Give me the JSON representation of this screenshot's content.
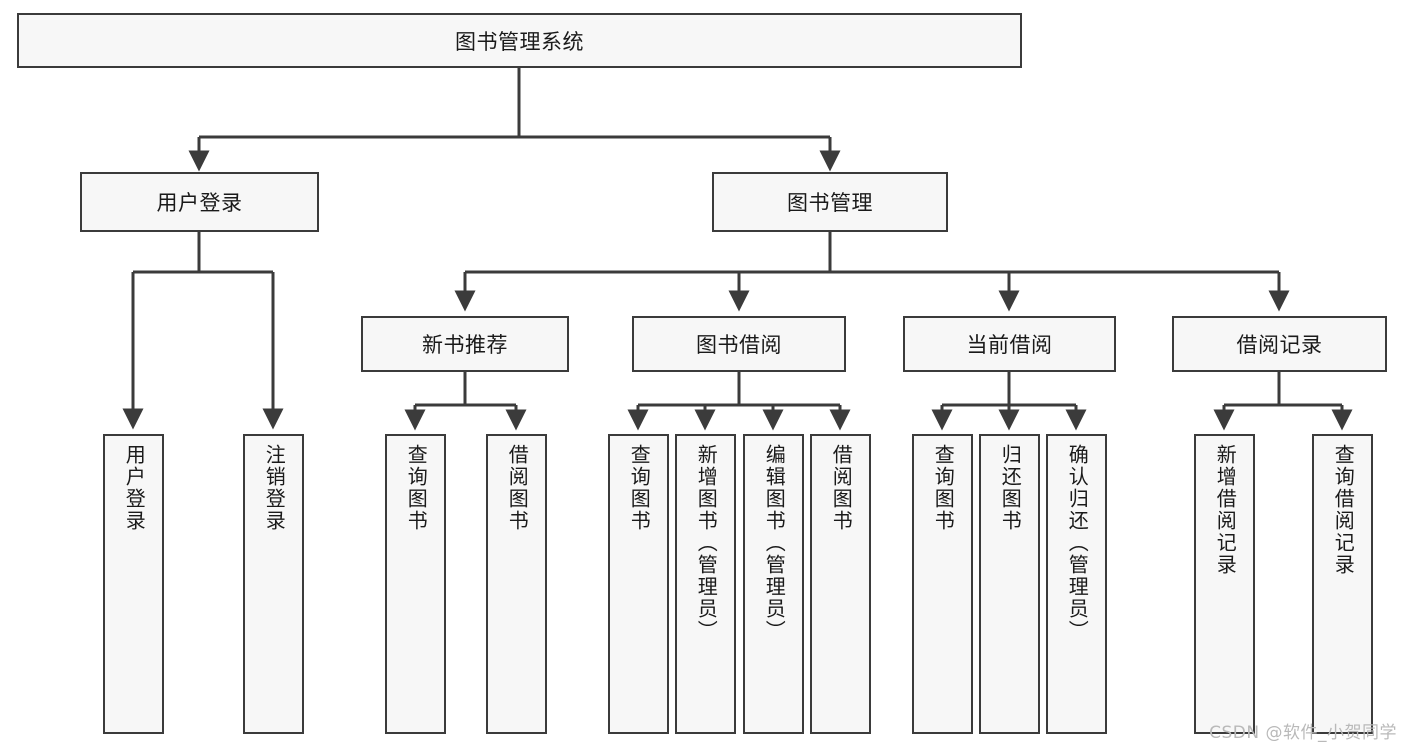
{
  "diagram": {
    "title": "图书管理系统",
    "type": "tree-hierarchy",
    "watermark": "CSDN @软件_小贺同学",
    "colors": {
      "page_background": "#ffffff",
      "node_fill": "#f7f7f7",
      "node_border": "#3b3b3b",
      "edge": "#3b3b3b",
      "text": "#1a1a1a",
      "watermark": "#b9b9b9"
    },
    "root": {
      "id": "root",
      "label": "图书管理系统",
      "orientation": "horizontal"
    },
    "level2": [
      {
        "id": "user-login",
        "label": "用户登录",
        "orientation": "horizontal"
      },
      {
        "id": "book-manage",
        "label": "图书管理",
        "orientation": "horizontal"
      }
    ],
    "level3": [
      {
        "id": "new-book-recommend",
        "label": "新书推荐",
        "orientation": "horizontal",
        "parent": "book-manage"
      },
      {
        "id": "book-borrow",
        "label": "图书借阅",
        "orientation": "horizontal",
        "parent": "book-manage"
      },
      {
        "id": "current-borrow",
        "label": "当前借阅",
        "orientation": "horizontal",
        "parent": "book-manage"
      },
      {
        "id": "borrow-record",
        "label": "借阅记录",
        "orientation": "horizontal",
        "parent": "book-manage"
      }
    ],
    "leaves": [
      {
        "id": "leaf-user-login",
        "label": "用户登录",
        "parent": "user-login"
      },
      {
        "id": "leaf-user-logout",
        "label": "注销登录",
        "parent": "user-login"
      },
      {
        "id": "leaf-recommend-query",
        "label": "查询图书",
        "parent": "new-book-recommend"
      },
      {
        "id": "leaf-recommend-borrow",
        "label": "借阅图书",
        "parent": "new-book-recommend"
      },
      {
        "id": "leaf-borrow-query",
        "label": "查询图书",
        "parent": "book-borrow"
      },
      {
        "id": "leaf-borrow-add",
        "label": "新增图书（管理员）",
        "parent": "book-borrow"
      },
      {
        "id": "leaf-borrow-edit",
        "label": "编辑图书（管理员）",
        "parent": "book-borrow"
      },
      {
        "id": "leaf-borrow-borrow",
        "label": "借阅图书",
        "parent": "book-borrow"
      },
      {
        "id": "leaf-current-query",
        "label": "查询图书",
        "parent": "current-borrow"
      },
      {
        "id": "leaf-current-return",
        "label": "归还图书",
        "parent": "current-borrow"
      },
      {
        "id": "leaf-current-confirm",
        "label": "确认归还（管理员）",
        "parent": "current-borrow"
      },
      {
        "id": "leaf-record-add",
        "label": "新增借阅记录",
        "parent": "borrow-record"
      },
      {
        "id": "leaf-record-query",
        "label": "查询借阅记录",
        "parent": "borrow-record"
      }
    ]
  }
}
